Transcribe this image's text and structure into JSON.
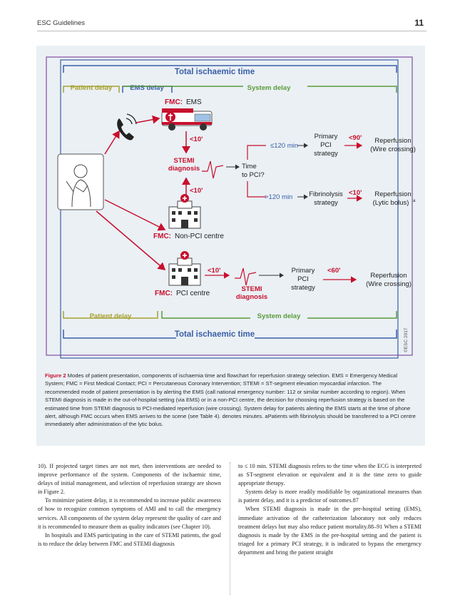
{
  "header": {
    "left": "ESC Guidelines",
    "page_number": "11"
  },
  "figure": {
    "top_title": "Total ischaemic time",
    "bottom_title": "Total ischaemic time",
    "top_patient_delay": "Patient delay",
    "top_ems_delay": "EMS delay",
    "top_system_delay": "System delay",
    "bottom_patient_delay": "Patient delay",
    "bottom_system_delay": "System delay",
    "fmc_ems_prefix": "FMC:",
    "fmc_ems_text": "EMS",
    "fmc_nonpci_prefix": "FMC:",
    "fmc_nonpci_text": "Non-PCI centre",
    "fmc_pci_prefix": "FMC:",
    "fmc_pci_text": "PCI centre",
    "lt10_a": "<10'",
    "lt10_b": "<10'",
    "lt10_c": "<10'",
    "lt10_d": "<10'",
    "lt90": "<90'",
    "lt60": "<60'",
    "stemi_1": "STEMI",
    "diagnosis_1": "diagnosis",
    "stemi_2": "STEMI",
    "diagnosis_2": "diagnosis",
    "time_to_pci_1": "Time",
    "time_to_pci_2": "to PCI?",
    "le120": "≤120 min",
    "gt120": ">120 min",
    "primary_pci_a_1": "Primary",
    "primary_pci_a_2": "PCI",
    "primary_pci_a_3": "strategy",
    "primary_pci_b_1": "Primary",
    "primary_pci_b_2": "PCI",
    "primary_pci_b_3": "strategy",
    "fibrinolysis_1": "Fibrinolysis",
    "fibrinolysis_2": "strategy",
    "reperf_a_1": "Reperfusion",
    "reperf_a_2": "(Wire crossing)",
    "reperf_b_1": "Reperfusion",
    "reperf_b_2": "(Lytic bolus)",
    "reperf_b_sup": "a",
    "reperf_c_1": "Reperfusion",
    "reperf_c_2": "(Wire crossing)",
    "copyright": "©ESC 2017"
  },
  "caption": {
    "label": "Figure 2",
    "text": "Modes of patient presentation, components of ischaemia time and flowchart for reperfusion strategy selection. EMS = Emergency Medical System; FMC = First Medical Contact; PCI = Percutaneous Coronary Intervention; STEMI = ST-segment elevation myocardial infarction. The recommended mode of patient presentation is by alerting the EMS (call national emergency number: 112 or similar number according to region). When STEMI diagnosis is made in the out-of-hospital setting (via EMS) or in a non-PCI centre, the decision for choosing reperfusion strategy is based on the estimated time from STEMI diagnosis to PCI-mediated reperfusion (wire crossing). System delay for patients alerting the EMS starts at the time of phone alert, although FMC occurs when EMS arrives to the scene (see Table 4). denotes minutes. aPatients with fibrinolysis should be transferred to a PCI centre immediately after administration of the lytic bolus."
  },
  "body": {
    "left_p1": "10). If projected target times are not met, then interventions are needed to improve performance of the system. Components of the ischaemic time, delays of initial management, and selection of reperfusion strategy are shown in Figure 2.",
    "left_p2": "To minimize patient delay, it is recommended to increase public awareness of how to recognize common symptoms of AMI and to call the emergency services. All components of the system delay represent the quality of care and it is recommended to measure them as quality indicators (see Chapter 10).",
    "left_p3": "In hospitals and EMS participating in the care of STEMI patients, the goal is to reduce the delay between FMC and STEMI diagnosis",
    "right_p1": "to ≤ 10 min. STEMI diagnosis refers to the time when the ECG is interpreted as ST-segment elevation or equivalent and it is the time zero to guide appropriate therapy.",
    "right_p2": "System delay is more readily modifiable by organizational measures than is patient delay, and it is a predictor of outcomes.87",
    "right_p3": "When STEMI diagnosis is made in the pre-hospital setting (EMS), immediate activation of the catheterization laboratory not only reduces treatment delays but may also reduce patient mortality.88–91 When a STEMI diagnosis is made by the EMS in the pre-hospital setting and the patient is triaged for a primary PCI strategy, it is indicated to bypass the emergency department and bring the patient straight"
  },
  "colors": {
    "figure_bg": "#eaf0f4",
    "total_blue": "#3a5ea8",
    "patient_olive": "#a7a12f",
    "ems_blue": "#3a5ea8",
    "system_green": "#5a9a3a",
    "accent_red": "#c8102e",
    "purple_frame": "#8b5ba8"
  }
}
